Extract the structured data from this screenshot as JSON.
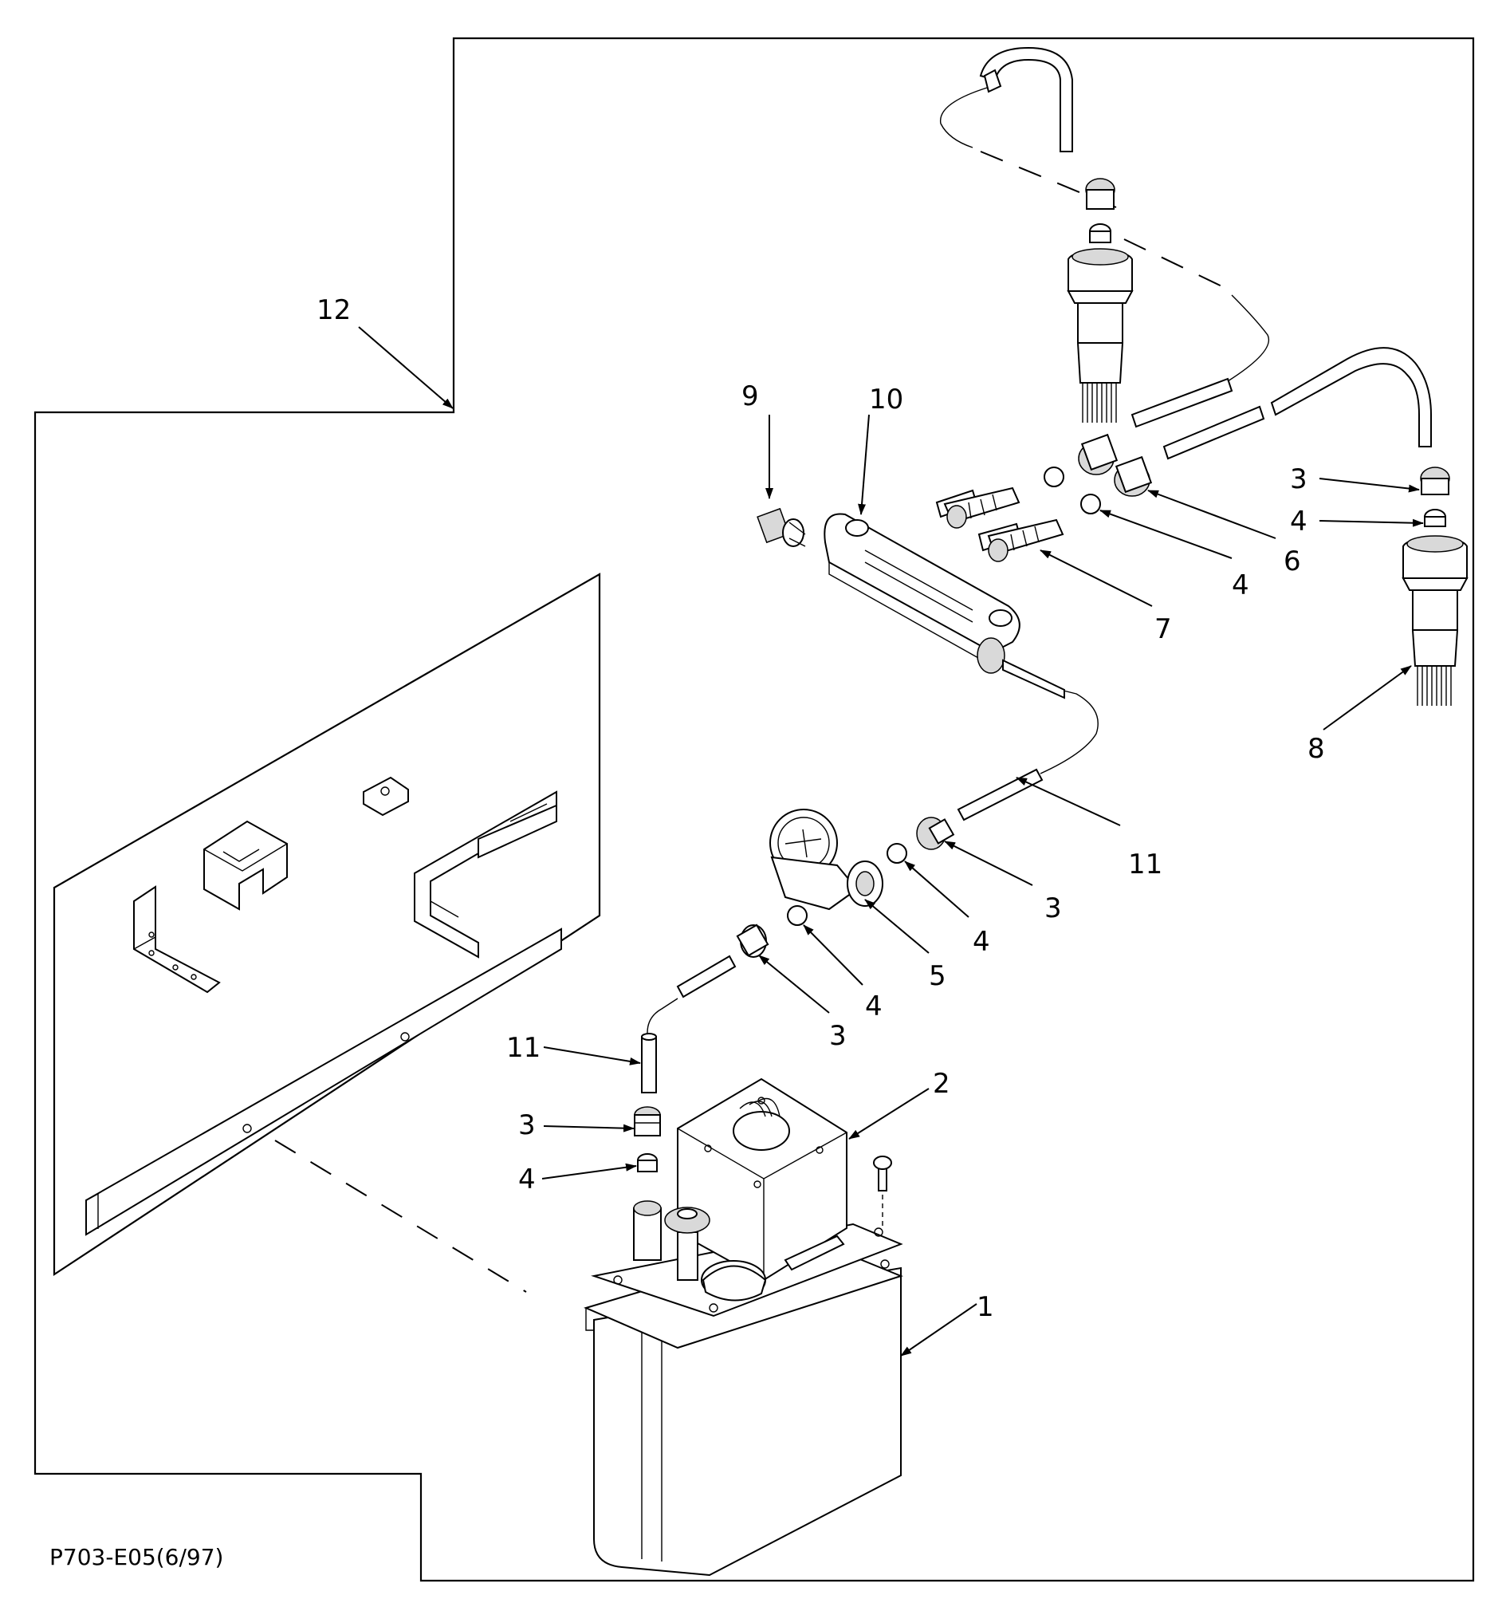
{
  "drawing_code": "P703-E05(6/97)",
  "callouts": {
    "c1": "1",
    "c2": "2",
    "c3a": "3",
    "c3b": "3",
    "c3c": "3",
    "c3d": "3",
    "c4a": "4",
    "c4b": "4",
    "c4c": "4",
    "c4d": "4",
    "c4e": "4",
    "c5": "5",
    "c6": "6",
    "c7": "7",
    "c8": "8",
    "c9": "9",
    "c10": "10",
    "c11a": "11",
    "c11b": "11",
    "c12": "12"
  }
}
